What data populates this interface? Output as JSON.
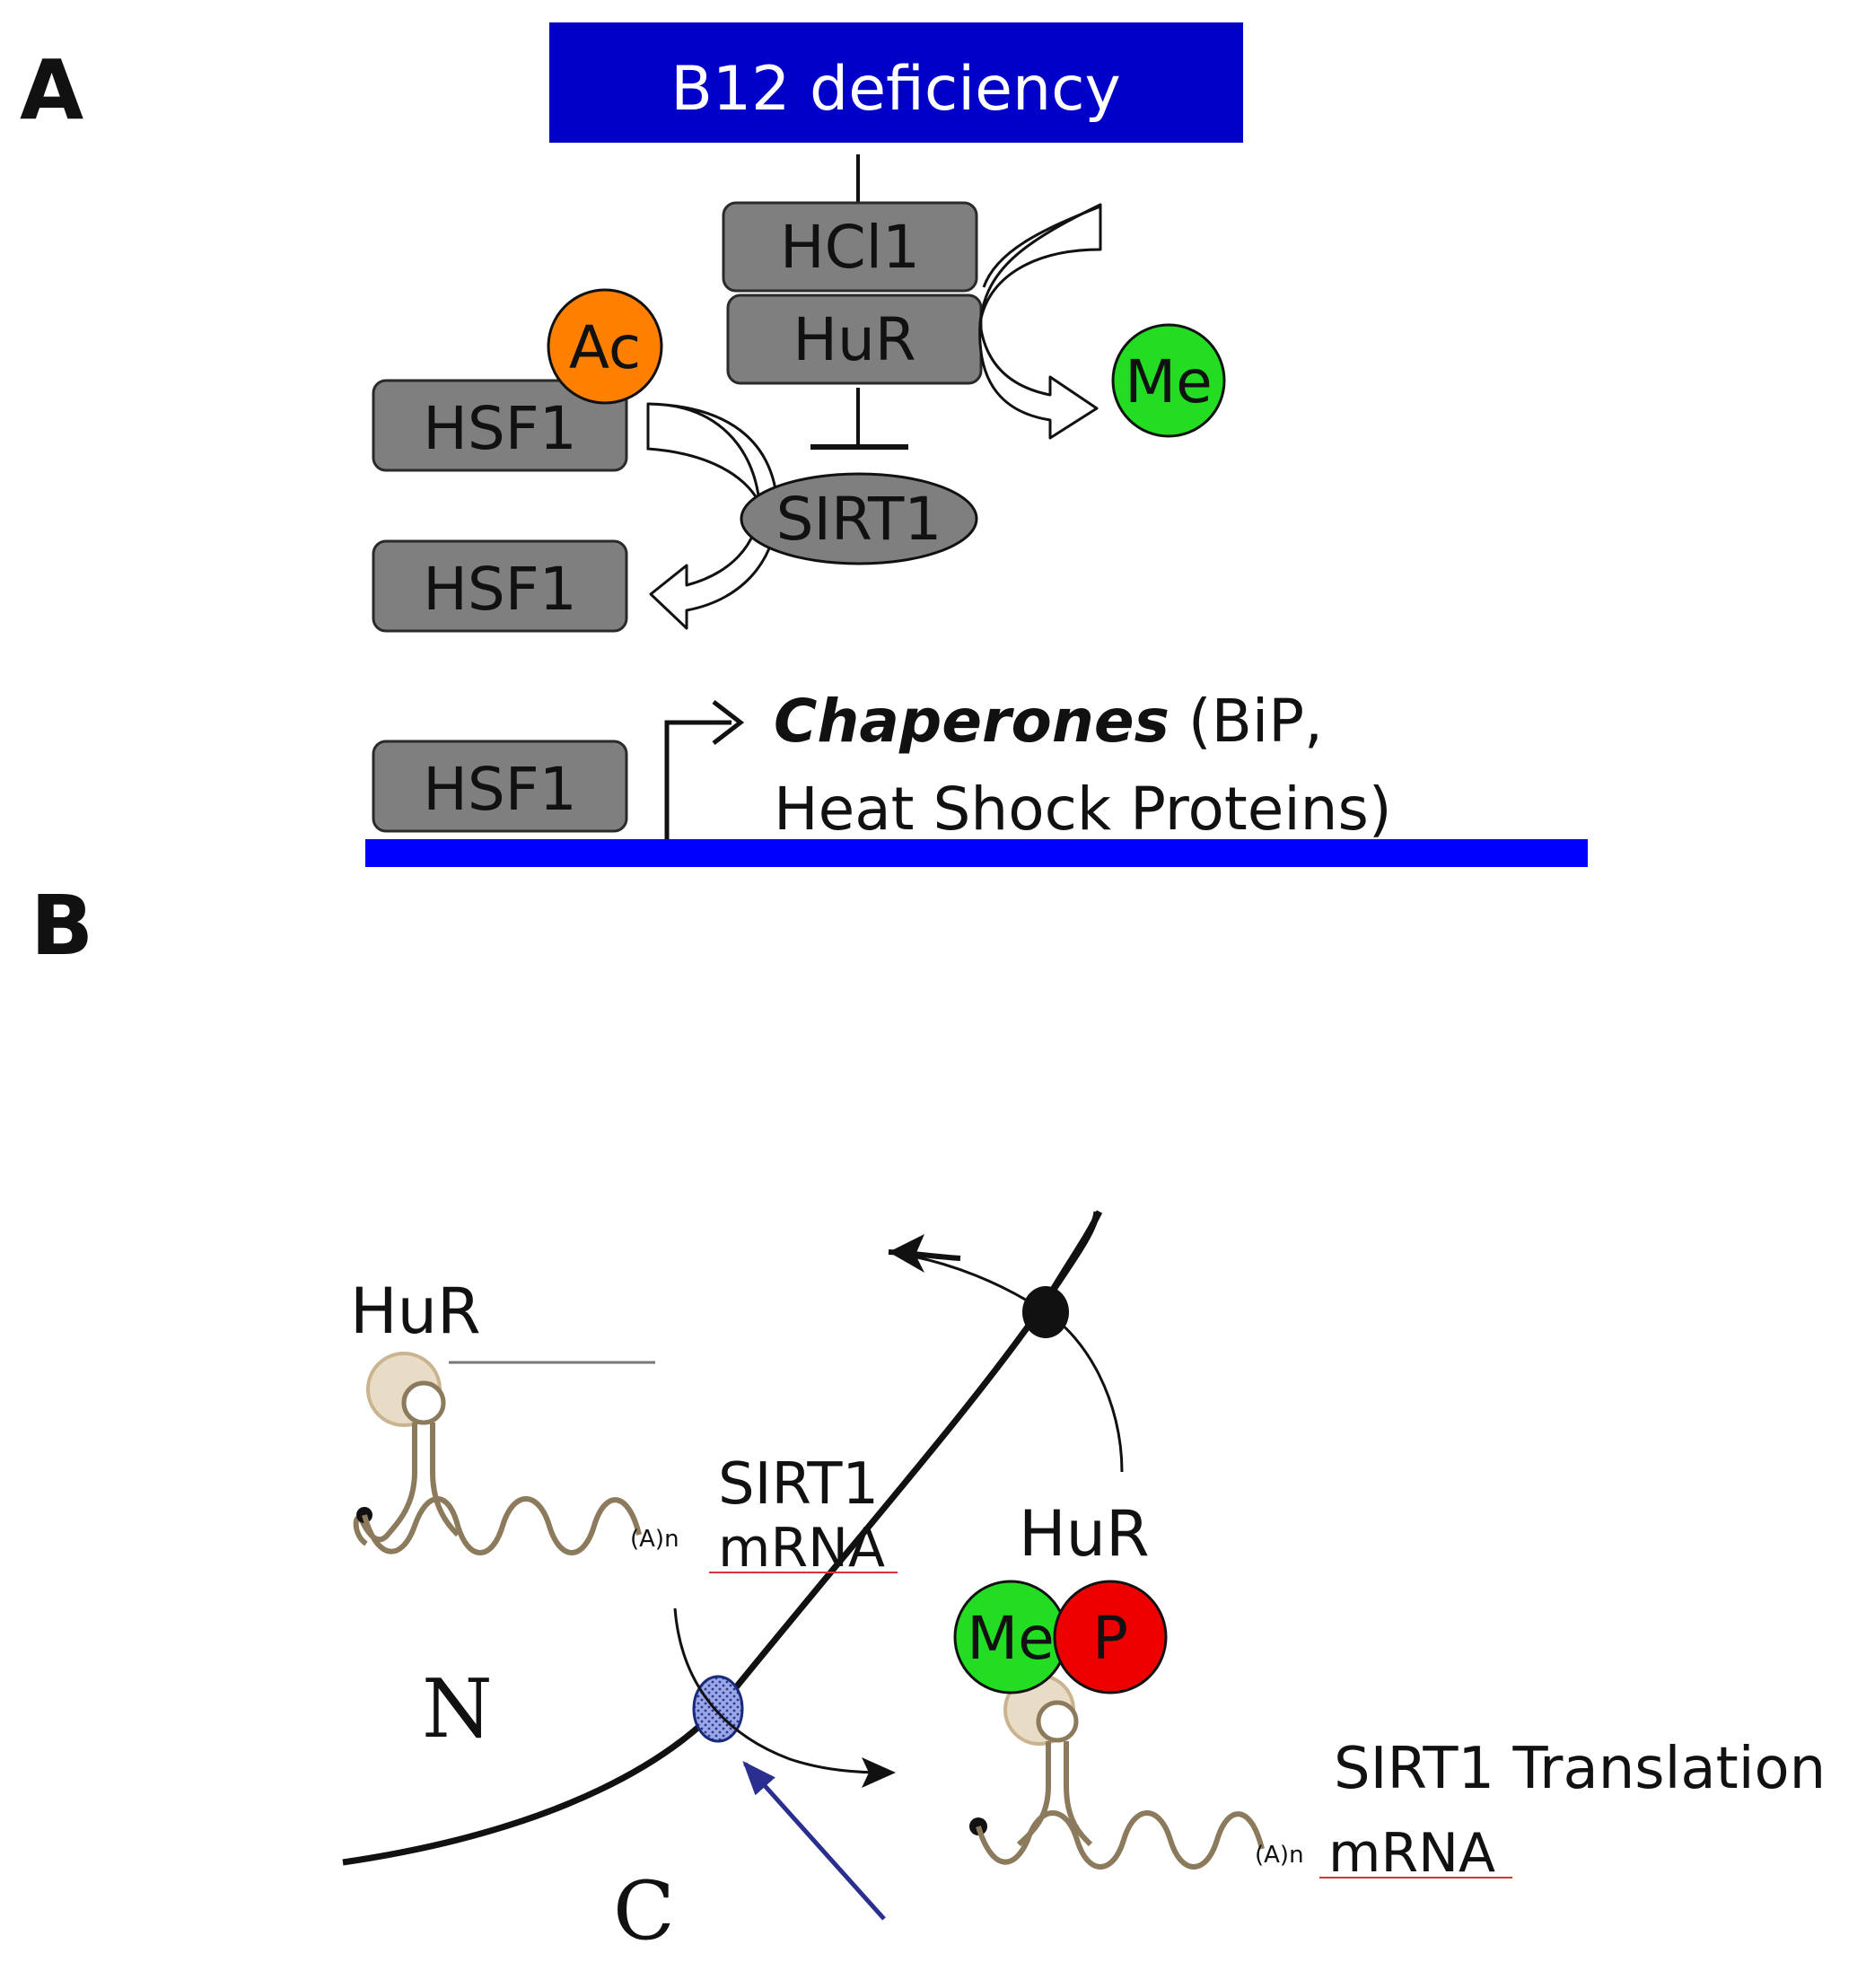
{
  "panel_a": {
    "label": "A",
    "header": "B12 deficiency",
    "hci1": "HCl1",
    "hur": "HuR",
    "acetyl": "Ac",
    "methyl": "Me",
    "hsf1_acetylated": "HSF1",
    "sirt1": "SIRT1",
    "hsf1_deacetylated": "HSF1",
    "hsf1_bound": "HSF1",
    "chaperones_italic": "Chaperones",
    "chaperones_rest": " (BiP,",
    "heat_shock": "Heat Shock Proteins)"
  },
  "panel_b": {
    "label": "B",
    "hur_nucleus": "HuR",
    "sirt1_mrna_top": "SIRT1",
    "mrna_top": "mRNA",
    "polya_top": "(A)n",
    "hur_cytoplasm": "HuR",
    "methyl": "Me",
    "phospho": "P",
    "nucleus": "N",
    "cytoplasm": "C",
    "sirt1_translation": "SIRT1 Translation",
    "mrna_bottom": "mRNA",
    "polya_bottom": "(A)n"
  },
  "colors": {
    "header_blue": "#0000c8",
    "dna_blue": "#0000ff",
    "box_gray": "#7f7f7f",
    "acetyl_orange": "#ff8000",
    "methyl_green": "#22dd22",
    "phospho_red": "#ee0000",
    "pore_blue": "#9aa6e6",
    "arrow_navy": "#2a2f8f",
    "mrna_tan": "#8b7a5c"
  }
}
